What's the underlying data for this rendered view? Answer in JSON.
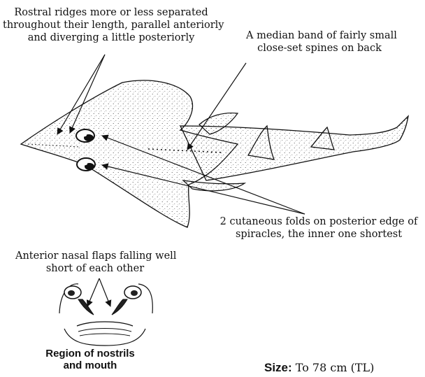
{
  "annotations": {
    "rostral": [
      "Rostral ridges more or less separated",
      "throughout their length, parallel anteriorly",
      "and diverging a little posteriorly"
    ],
    "median_band": [
      "A median band of fairly small",
      "close-set spines on back"
    ],
    "cutaneous_folds": [
      "2 cutaneous folds on posterior edge of",
      "spiracles, the inner one shortest"
    ],
    "nasal_flaps": [
      "Anterior nasal flaps falling well",
      "short of each other"
    ]
  },
  "inset_caption": [
    "Region of nostrils",
    "and mouth"
  ],
  "size": {
    "label": "Size:",
    "value": "To 78 cm (TL)"
  }
}
